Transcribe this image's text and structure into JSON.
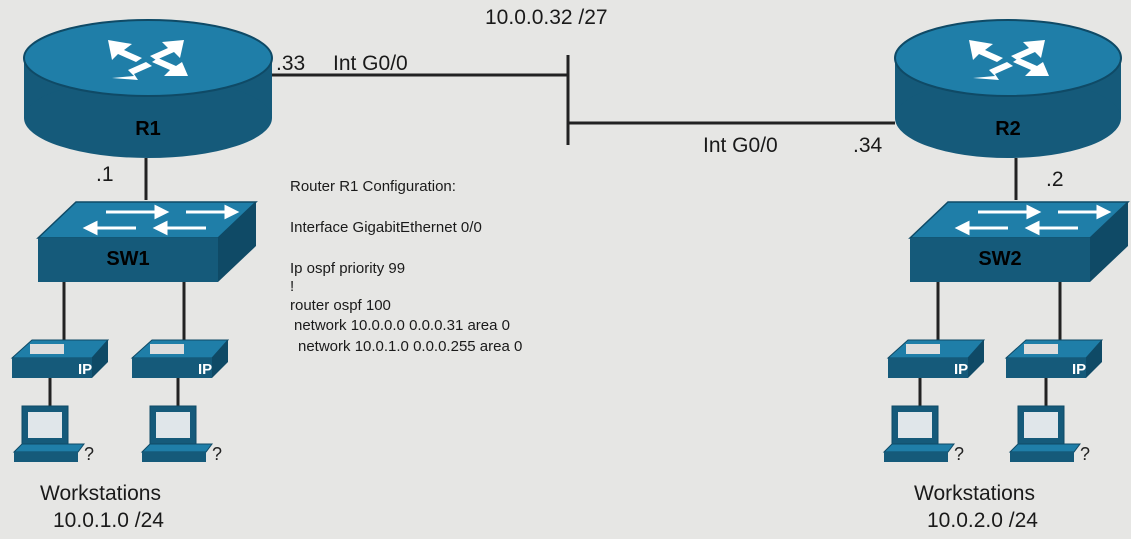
{
  "network": {
    "subnet_top": "10.0.0.32 /27",
    "r1_if_addr": ".33",
    "r1_if_name": "Int G0/0",
    "r2_if_name": "Int G0/0",
    "r2_if_addr": ".34",
    "r1_lan_addr": ".1",
    "r2_lan_addr": ".2"
  },
  "devices": {
    "r1": "R1",
    "r2": "R2",
    "sw1": "SW1",
    "sw2": "SW2",
    "phone_label": "IP"
  },
  "config": {
    "title": "Router R1 Configuration:",
    "line1": "Interface GigabitEthernet 0/0",
    "line2": "Ip ospf priority 99",
    "line3": "!",
    "line4": "router ospf 100",
    "line5": "network 10.0.0.0 0.0.0.31 area 0",
    "line6": "network 10.0.1.0 0.0.0.255 area 0"
  },
  "left_lan": {
    "title": "Workstations",
    "subnet": "10.0.1.0 /24"
  },
  "right_lan": {
    "title": "Workstations",
    "subnet": "10.0.2.0 /24"
  },
  "colors": {
    "device_top": "#1f7ea8",
    "device_side": "#155a7a",
    "line": "#222222"
  }
}
